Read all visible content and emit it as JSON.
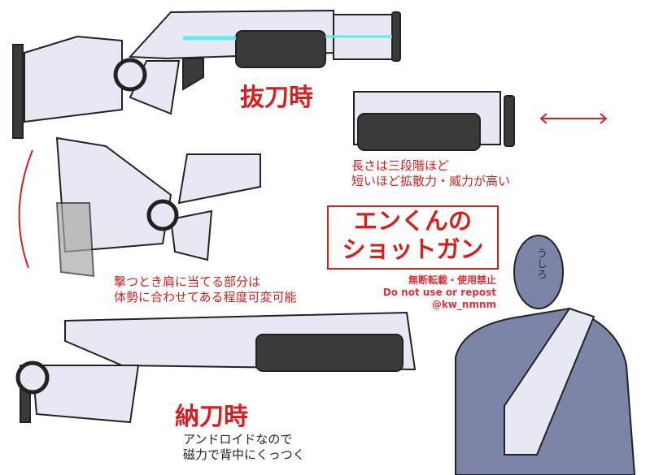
{
  "labels": {
    "drawn": "抜刀時",
    "sheathed": "納刀時",
    "length_note": [
      "長さは三段階ほど",
      "短いほど拡散力・威力が高い"
    ],
    "stock_note": [
      "撃つとき肩に当てる部分は",
      "体勢に合わせてある程度可変可能"
    ],
    "back_note": [
      "アンドロイドなので",
      "磁力で背中にくっつく"
    ],
    "title": [
      "エンくんの",
      "ショットガン"
    ],
    "back_label": "うしろ"
  },
  "credit": [
    "無断転載・使用禁止",
    "Do not use or repost",
    "@kw_nmnm"
  ],
  "colors": {
    "accent": "#d42020",
    "cyan": "#5ee8f0",
    "body": "#e8e8f4",
    "grip": "#3a3a3a",
    "figure": "#7c84a8"
  }
}
